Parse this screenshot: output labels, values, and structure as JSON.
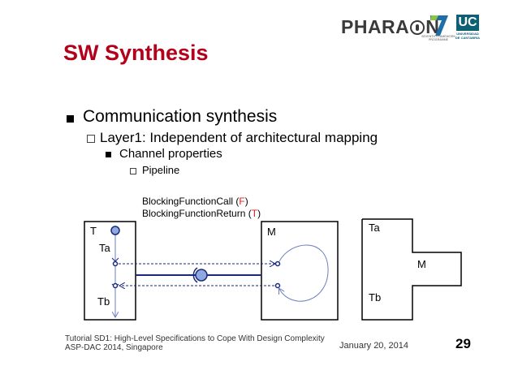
{
  "header": {
    "title": "SW Synthesis",
    "logos": {
      "pharaon": "PHARA",
      "pharaon_tail": "N",
      "seven": "7",
      "seven_caption_line1": "SEVENTH FRAMEWORK",
      "seven_caption_line2": "PROGRAMME",
      "uc": "UC",
      "uc_caption_line1": "UNIVERSIDAD",
      "uc_caption_line2": "DE CANTABRIA"
    }
  },
  "bullets": {
    "level1": "Communication synthesis",
    "level2": "Layer1: Independent of architectural mapping",
    "level3": "Channel properties",
    "level4": "Pipeline"
  },
  "semantics": {
    "call_prefix": "BlockingFunctionCall (",
    "call_value": "F",
    "return_prefix": "BlockingFunctionReturn (",
    "return_value": "T",
    "suffix": ")"
  },
  "diagram": {
    "task_label": "T",
    "module_label": "M",
    "thread_a": "Ta",
    "thread_b": "Tb",
    "map_ta": "Ta",
    "map_m": "M",
    "map_tb": "Tb"
  },
  "footer": {
    "line1": "Tutorial SD1: High-Level Specifications to Cope With Design Complexity",
    "line2": "ASP-DAC 2014, Singapore",
    "date": "January 20, 2014",
    "page": "29"
  },
  "colors": {
    "title": "#b3001b",
    "accent_red": "#e02020",
    "channel_blue": "#1a2a7a",
    "dot_fill": "#8fa8e0",
    "uc_teal": "#0d5f74"
  }
}
